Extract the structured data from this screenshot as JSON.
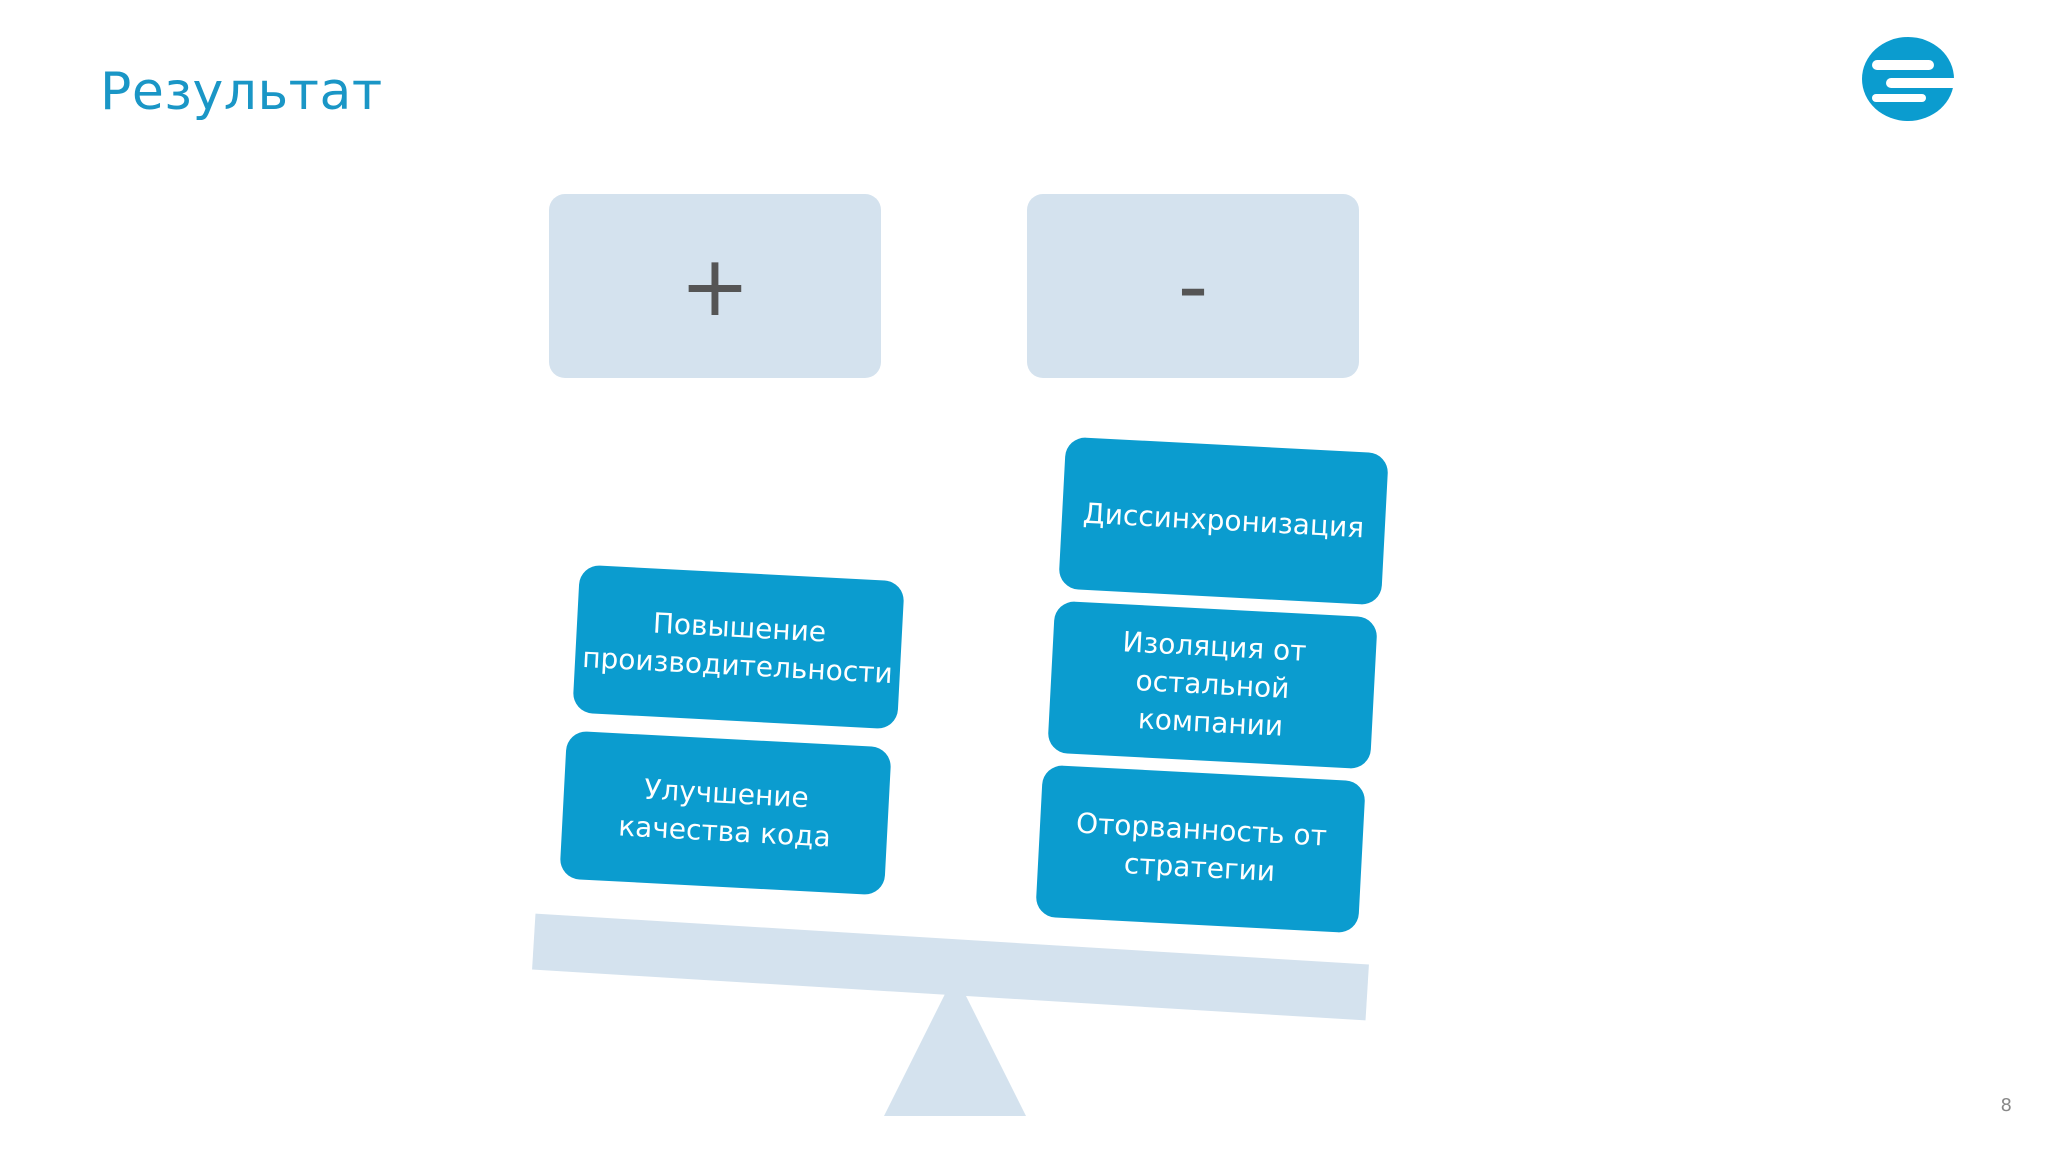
{
  "slide": {
    "title": "Результат",
    "page_number": "8"
  },
  "logo": {
    "icon": "company-logo-icon",
    "color": "#0b9ccf"
  },
  "columns": {
    "plus": {
      "symbol": "+",
      "items": [
        "Повышение производительности",
        "Улучшение качества кода"
      ]
    },
    "minus": {
      "symbol": "-",
      "items": [
        "Диссинхронизация",
        "Изоляция от остальной компании",
        "Оторванность от стратегии"
      ]
    }
  },
  "colors": {
    "title": "#1a96c6",
    "item_fill": "#0b9ccf",
    "box_fill": "#d4e2ee",
    "scale_fill": "#d4e2ee"
  }
}
